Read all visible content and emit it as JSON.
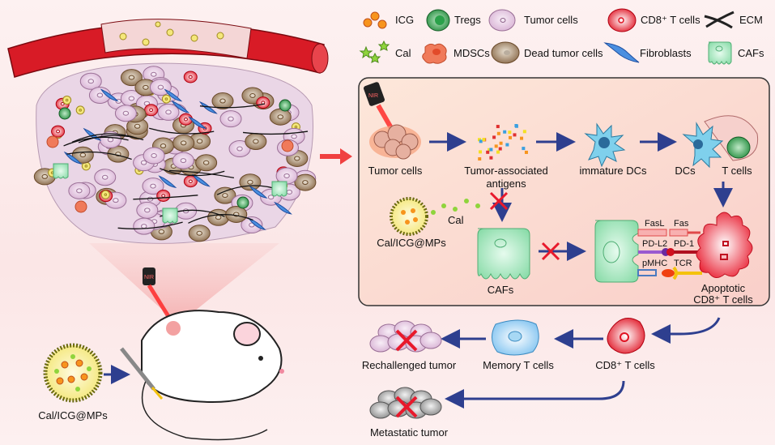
{
  "legend": {
    "items": [
      {
        "label": "ICG",
        "icon": "icg-particles-icon"
      },
      {
        "label": "Tregs",
        "icon": "treg-cell-icon"
      },
      {
        "label": "Tumor cells",
        "icon": "tumor-cell-icon"
      },
      {
        "label": "CD8⁺ T cells",
        "icon": "cd8-t-cell-icon"
      },
      {
        "label": "ECM",
        "icon": "ecm-fiber-icon"
      },
      {
        "label": "Cal",
        "icon": "cal-star-icon"
      },
      {
        "label": "MDSCs",
        "icon": "mdsc-cell-icon"
      },
      {
        "label": "Dead tumor cells",
        "icon": "dead-tumor-cell-icon"
      },
      {
        "label": "Fibroblasts",
        "icon": "fibroblast-icon"
      },
      {
        "label": "CAFs",
        "icon": "caf-cell-icon"
      }
    ]
  },
  "left": {
    "laser_label": "NIR",
    "nanoparticle_label": "Cal/ICG@MPs"
  },
  "box": {
    "laser_label": "NIR",
    "tumor_cells": "Tumor cells",
    "antigens_line1": "Tumor-associated",
    "antigens_line2": "antigens",
    "immature_dcs": "immature DCs",
    "dcs": "DCs",
    "t_cells": "T cells",
    "nanoparticle_label": "Cal/ICG@MPs",
    "cal": "Cal",
    "cafs": "CAFs",
    "fasl": "FasL",
    "fas": "Fas",
    "pdl2": "PD-L2",
    "pd1": "PD-1",
    "pmhc": "pMHC",
    "tcr": "TCR",
    "apoptotic_line1": "Apoptotic",
    "apoptotic_line2": "CD8⁺ T cells"
  },
  "bottom": {
    "cd8": "CD8⁺ T cells",
    "memory": "Memory T cells",
    "rechallenged": "Rechallenged tumor",
    "metastatic": "Metastatic tumor"
  },
  "colors": {
    "accent_red": "#e8192c",
    "arrow_blue": "#2e3f8f",
    "caf_green": "#8fe0b0",
    "tumor_pink": "#e3c3de",
    "box_fill": "#fbd9cf"
  }
}
